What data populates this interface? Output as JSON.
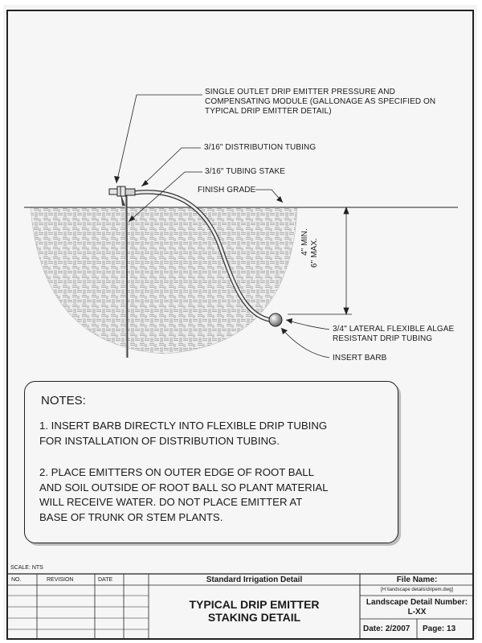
{
  "callouts": {
    "emitter_module": [
      "SINGLE OUTLET DRIP EMITTER PRESSURE AND",
      "COMPENSATING MODULE (GALLONAGE AS SPECIFIED ON",
      "TYPICAL DRIP EMITTER DETAIL)"
    ],
    "distribution_tubing": "3/16\" DISTRIBUTION TUBING",
    "tubing_stake": "3/16\" TUBING STAKE",
    "finish_grade": "FINISH GRADE",
    "depth_min": "4\" MIN.",
    "depth_max": "6\" MAX.",
    "lateral_tubing": [
      "3/4\" LATERAL FLEXIBLE ALGAE",
      "RESISTANT DRIP TUBING"
    ],
    "insert_barb": "INSERT BARB"
  },
  "notes": {
    "title": "NOTES:",
    "items": [
      [
        "1. INSERT BARB DIRECTLY INTO FLEXIBLE DRIP TUBING",
        "FOR INSTALLATION OF DISTRIBUTION TUBING."
      ],
      [
        "2. PLACE EMITTERS ON OUTER EDGE OF ROOT BALL",
        "AND SOIL OUTSIDE OF ROOT BALL SO PLANT MATERIAL",
        "WILL RECEIVE WATER. DO NOT PLACE EMITTER AT",
        "BASE OF TRUNK OR STEM PLANTS."
      ]
    ]
  },
  "title_block": {
    "scale": "SCALE:  NTS",
    "col_no": "NO.",
    "col_revision": "REVISION",
    "col_date": "DATE",
    "header": "Standard Irrigation Detail",
    "title_line1": "TYPICAL DRIP EMITTER",
    "title_line2": "STAKING DETAIL",
    "file_name_label": "File Name:",
    "file_path": "[H:\\landscape details\\dripem.dwg]",
    "detail_number_label": "Landscape Detail Number:",
    "detail_number": "L-XX",
    "date": "Date: 2/2007",
    "page": "Page: 13"
  }
}
